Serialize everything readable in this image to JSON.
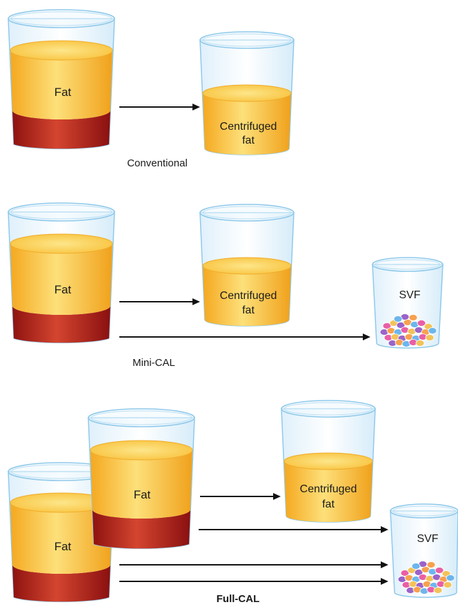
{
  "labels": {
    "fat": "Fat",
    "centrifuged_line1": "Centrifuged",
    "centrifuged_line2": "fat",
    "svf": "SVF"
  },
  "rows": [
    {
      "id": "conventional",
      "name": "Conventional"
    },
    {
      "id": "mini-cal",
      "name": "Mini-CAL"
    },
    {
      "id": "full-cal",
      "name": "Full-CAL"
    }
  ],
  "colors": {
    "fat_light": "#fcd34a",
    "fat_dark": "#f2a51a",
    "blood_light": "#d5422e",
    "blood_dark": "#8e1210",
    "glass_edge": "#8fc9ea",
    "arrow": "#111111",
    "cells": [
      "#f7a14f",
      "#e95fa6",
      "#9b63c9",
      "#6cb6ee",
      "#f2c35a"
    ]
  }
}
